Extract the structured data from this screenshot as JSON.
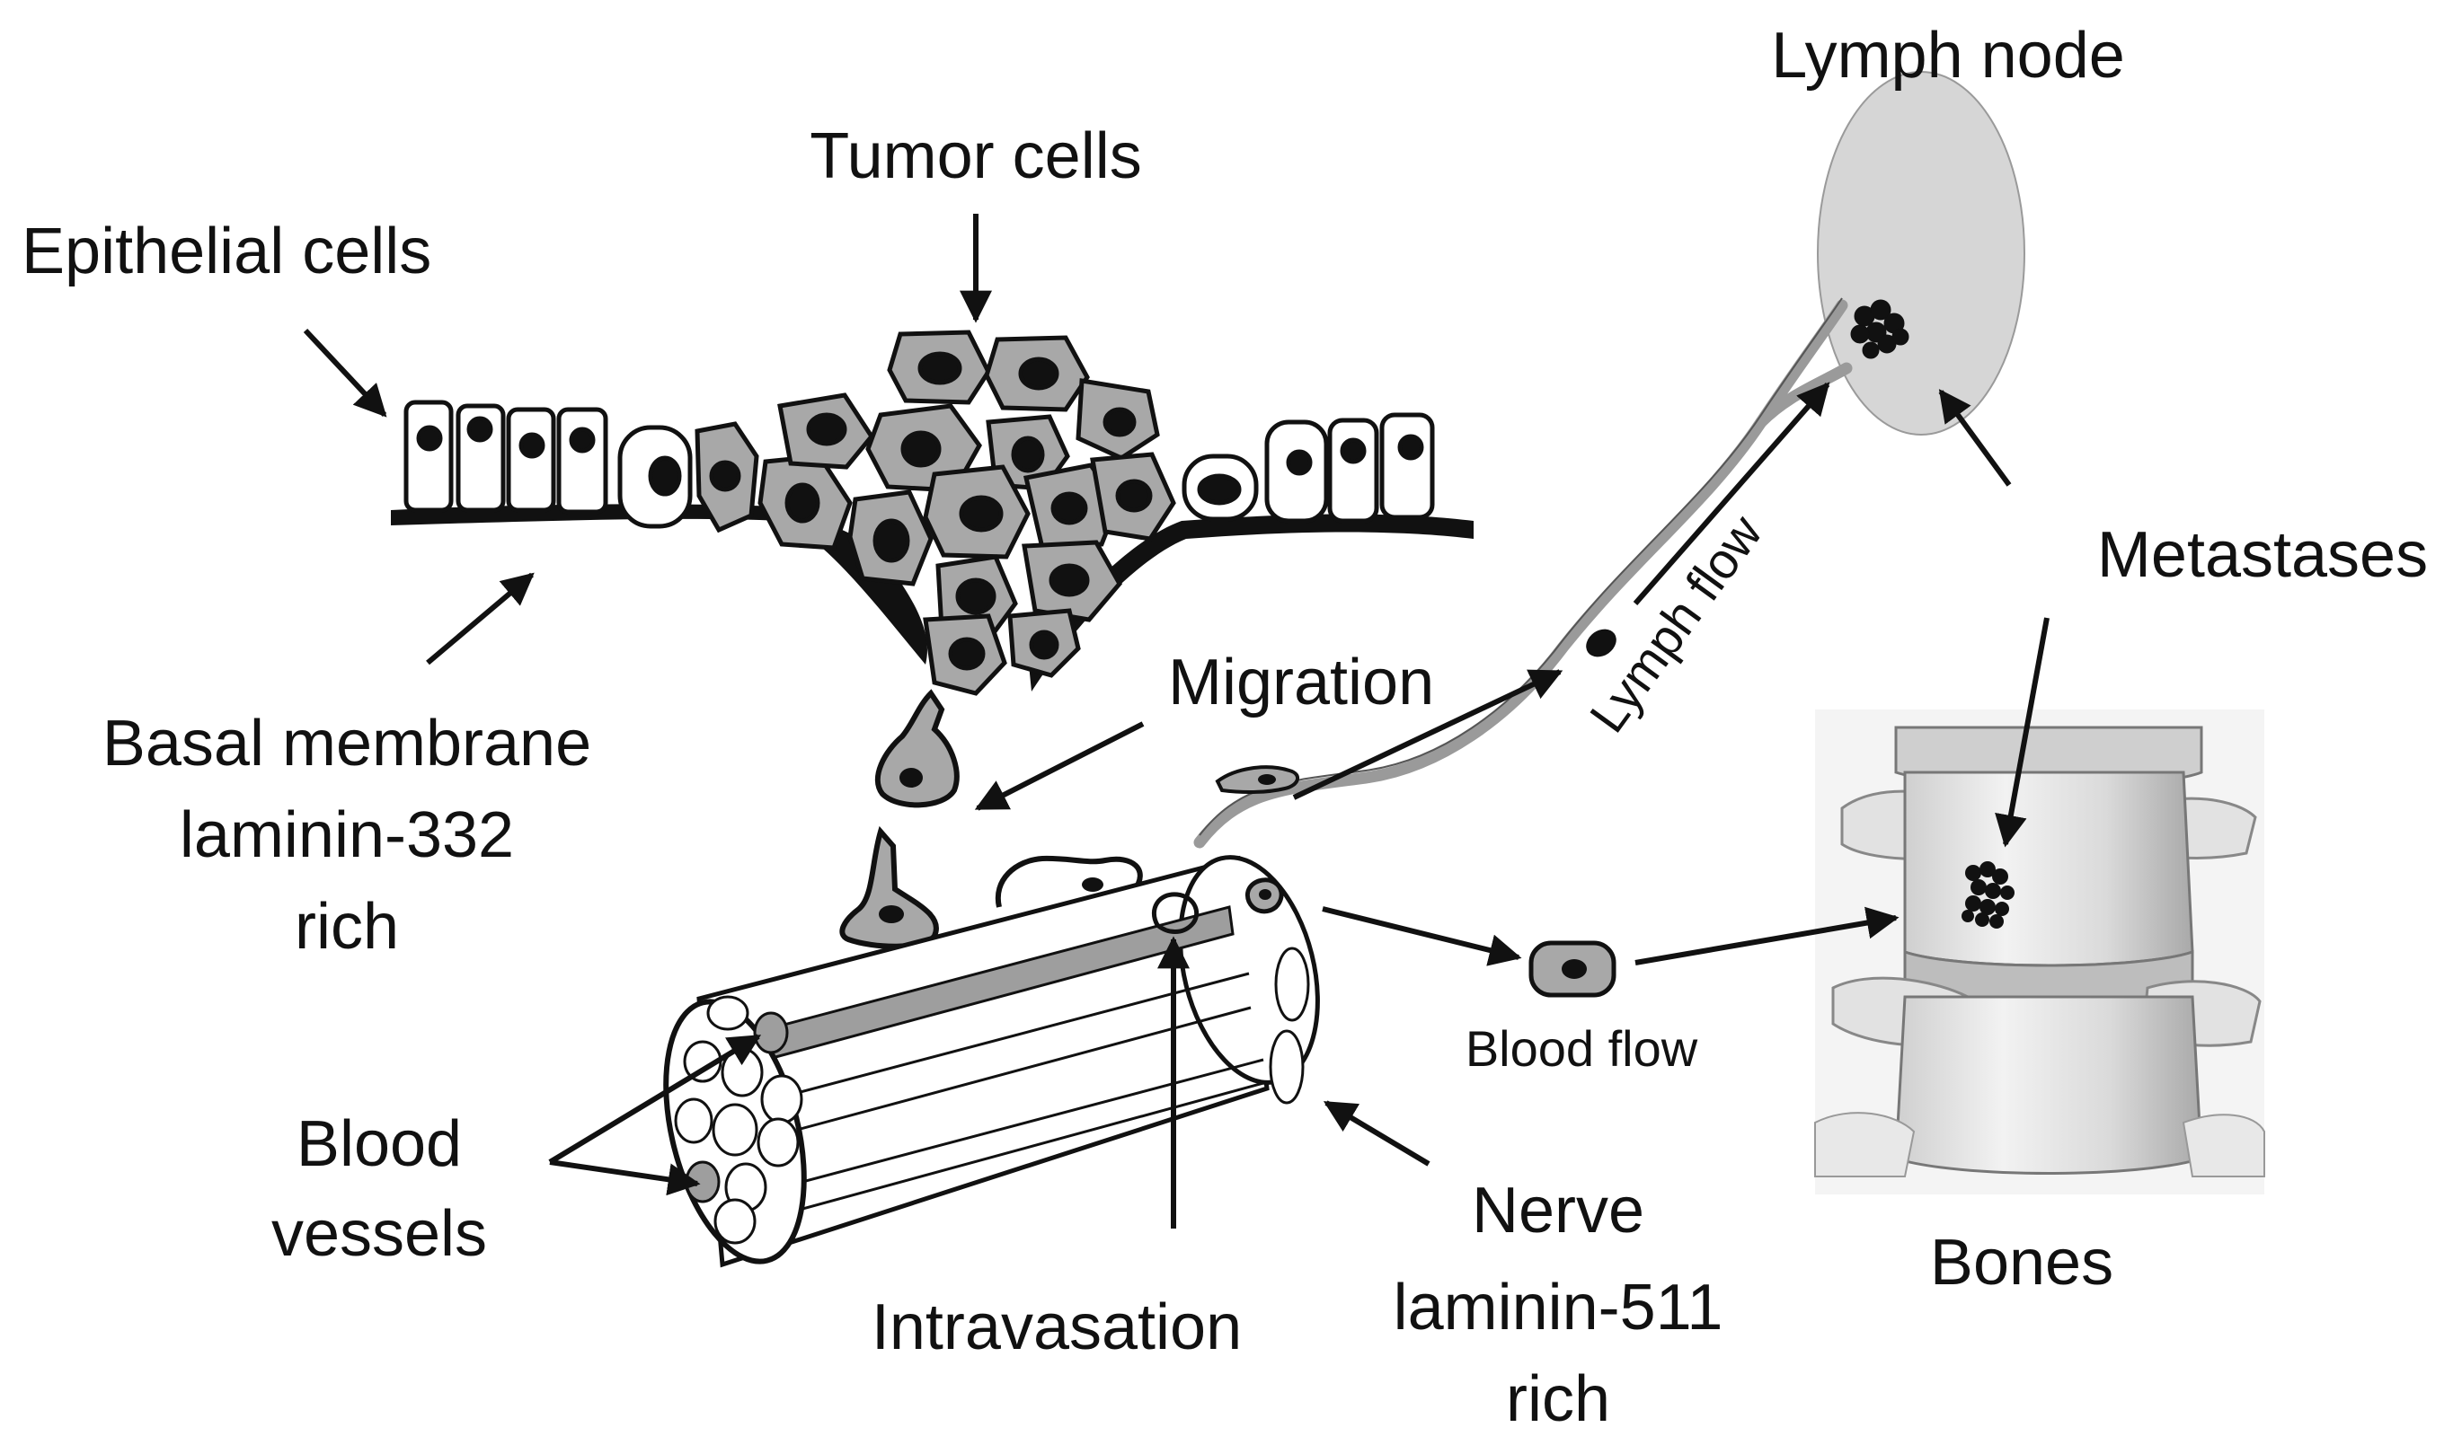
{
  "labels": {
    "lymph_node": "Lymph node",
    "tumor_cells": "Tumor cells",
    "epithelial_cells": "Epithelial cells",
    "metastases": "Metastases",
    "migration": "Migration",
    "lymph_flow": "Lymph flow",
    "basal_membrane_line1": "Basal membrane",
    "basal_membrane_line2": "laminin-332",
    "basal_membrane_line3": "rich",
    "blood_flow": "Blood flow",
    "blood_vessels_line1": "Blood",
    "blood_vessels_line2": "vessels",
    "nerve_line1": "Nerve",
    "nerve_line2": "laminin-511",
    "nerve_line3": "rich",
    "bones": "Bones",
    "intravasation": "Intravasation"
  },
  "colors": {
    "ink": "#111111",
    "tumor_cell_fill": "#a8a8a8",
    "lymph_node_fill": "#d6d6d6",
    "lymph_vessel": "#9a9a9a",
    "bone_light": "#ececec",
    "bone_shadow": "#b5b5b5"
  }
}
